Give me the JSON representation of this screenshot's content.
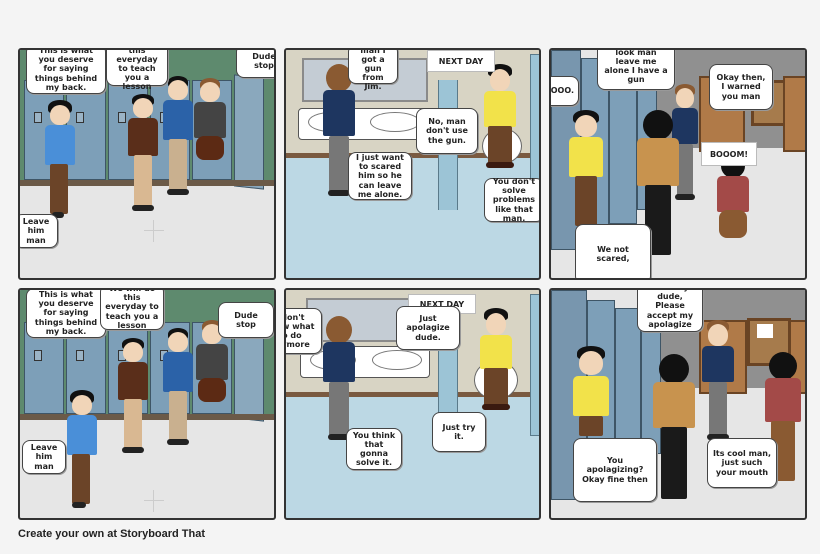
{
  "footer": {
    "text": "Create your own at Storyboard That"
  },
  "colors": {
    "locker": "#7d9fb8",
    "bathroom_floor": "#bcd8e4",
    "hall_floor": "#e6e6e6",
    "trim": "#5e8a6e"
  },
  "panels": [
    {
      "id": "panel-1",
      "scene": "locker-hallway",
      "bubbles": [
        {
          "text": "This is what you deserve for saying things behind my back."
        },
        {
          "text": "We will do this everyday to teach you a lesson"
        },
        {
          "text": "Dude stop"
        },
        {
          "text": "Leave him man"
        }
      ]
    },
    {
      "id": "panel-2",
      "scene": "bathroom",
      "caption": "NEXT DAY",
      "bubbles": [
        {
          "text": "Look man I got a gun from Jim."
        },
        {
          "text": "No, man don't use the gun."
        },
        {
          "text": "I just want to scared him so he can leave me alone."
        },
        {
          "text": "You don't solve problems like that man."
        }
      ]
    },
    {
      "id": "panel-3",
      "scene": "hallway-doors",
      "bubbles": [
        {
          "text": "NOOOO."
        },
        {
          "text": "look man leave me alone I have a gun"
        },
        {
          "text": "Okay then, I warned you man"
        },
        {
          "text": "BOOOM!"
        },
        {
          "text": "We not scared,"
        }
      ]
    },
    {
      "id": "panel-4",
      "scene": "locker-hallway",
      "bubbles": [
        {
          "text": "This is what you deserve for saying things behind my back."
        },
        {
          "text": "We will do this everyday to teach you a lesson"
        },
        {
          "text": "Dude stop"
        },
        {
          "text": "Leave him man"
        }
      ]
    },
    {
      "id": "panel-5",
      "scene": "bathroom",
      "caption": "NEXT DAY",
      "bubbles": [
        {
          "text": "I don't know what to do anymore"
        },
        {
          "text": "Just apolagize dude."
        },
        {
          "text": "You think that gonna solve it."
        },
        {
          "text": "Just try it."
        }
      ]
    },
    {
      "id": "panel-6",
      "scene": "hallway-doors",
      "bubbles": [
        {
          "text": "Im sorry dude, Please accept my apolagize"
        },
        {
          "text": "You apolagizing? Okay fine then"
        },
        {
          "text": "Its cool man, just such your mouth"
        }
      ]
    }
  ]
}
